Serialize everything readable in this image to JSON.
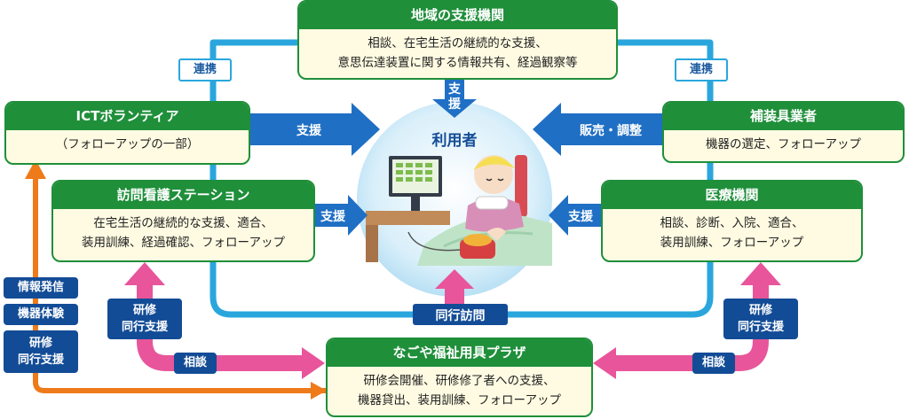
{
  "center": {
    "label": "利用者"
  },
  "nodes": {
    "regional": {
      "title": "地域の支援機関",
      "lines": [
        "相談、在宅生活の継続的な支援、",
        "意思伝達装置に関する情報共有、経過観察等"
      ]
    },
    "ict": {
      "title": "ICTボランティア",
      "lines": [
        "（フォローアップの一部）"
      ]
    },
    "supplier": {
      "title": "補装具業者",
      "lines": [
        "機器の選定、フォローアップ"
      ]
    },
    "nursing": {
      "title": "訪問看護ステーション",
      "lines": [
        "在宅生活の継続的な支援、適合、",
        "装用訓練、経過確認、フォローアップ"
      ]
    },
    "medical": {
      "title": "医療機関",
      "lines": [
        "相談、診断、入院、適合、",
        "装用訓練、フォローアップ"
      ]
    },
    "plaza": {
      "title": "なごや福祉用具プラザ",
      "lines": [
        "研修会開催、研修修了者への支援、",
        "機器貸出、装用訓練、フォローアップ"
      ]
    }
  },
  "labels": {
    "renkei_left": "連携",
    "renkei_right": "連携",
    "shien_ict": "支援",
    "shien_regional": "支援",
    "hanbai": "販売・調整",
    "shien_nursing": "支援",
    "shien_medical": "支援",
    "doko": "同行訪問",
    "left_stack": [
      "情報発信",
      "機器体験"
    ],
    "left_stack_training": [
      "研修",
      "同行支援"
    ],
    "training_left": [
      "研修",
      "同行支援"
    ],
    "training_right": [
      "研修",
      "同行支援"
    ],
    "sodan_left": "相談",
    "sodan_right": "相談"
  },
  "colors": {
    "green": "#1f8f3a",
    "cream": "#fffbe2",
    "light_blue": "#2aa6dd",
    "blue_arrow": "#1f6fc4",
    "dark_blue": "#134c96",
    "pink": "#e8559b",
    "orange": "#ee7a1a"
  }
}
